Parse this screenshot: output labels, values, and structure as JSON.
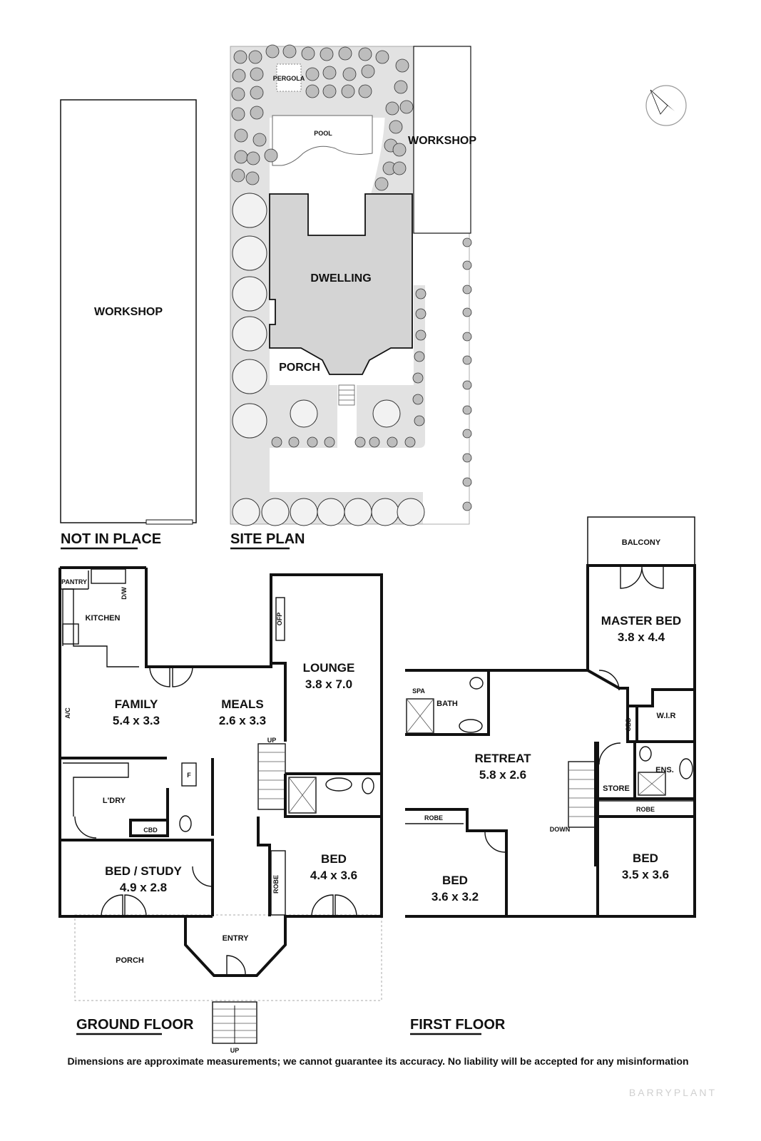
{
  "headings": {
    "not_in_place": "NOT IN PLACE",
    "site_plan": "SITE PLAN",
    "ground_floor": "GROUND FLOOR",
    "first_floor": "FIRST FLOOR"
  },
  "site": {
    "workshop_left": "WORKSHOP",
    "pergola": "PERGOLA",
    "pool": "POOL",
    "workshop_right": "WORKSHOP",
    "dwelling": "DWELLING",
    "porch": "PORCH"
  },
  "ground": {
    "pantry": "PANTRY",
    "dw": "D/W",
    "kitchen": "KITCHEN",
    "ac": "A/C",
    "family_name": "FAMILY",
    "family_dim": "5.4 x 3.3",
    "meals_name": "MEALS",
    "meals_dim": "2.6 x 3.3",
    "ofp": "OFP",
    "lounge_name": "LOUNGE",
    "lounge_dim": "3.8 x 7.0",
    "up": "UP",
    "f": "F",
    "ldry": "L'DRY",
    "cbd": "CBD",
    "bedstudy_name": "BED / STUDY",
    "bedstudy_dim": "4.9 x 2.8",
    "robe": "ROBE",
    "bed_name": "BED",
    "bed_dim": "4.4 x 3.6",
    "entry": "ENTRY",
    "porch": "PORCH",
    "stair_up": "UP"
  },
  "first": {
    "balcony": "BALCONY",
    "master_name": "MASTER BED",
    "master_dim": "3.8 x 4.4",
    "spa": "SPA",
    "bath": "BATH",
    "wir": "W.I.R",
    "cbd": "CBD",
    "ens": "ENS.",
    "store": "STORE",
    "retreat_name": "RETREAT",
    "retreat_dim": "5.8 x 2.6",
    "robe_left": "ROBE",
    "robe_right": "ROBE",
    "down": "DOWN",
    "bed1_name": "BED",
    "bed1_dim": "3.6 x 3.2",
    "bed2_name": "BED",
    "bed2_dim": "3.5 x 3.6"
  },
  "disclaimer": "Dimensions are approximate measurements; we cannot guarantee its accuracy. No liability will be accepted for any misinformation",
  "brand": "BARRYPLANT",
  "icons": {
    "compass": "north-arrow-icon",
    "tree": "tree-icon"
  },
  "colors": {
    "building_fill": "#d4d4d4",
    "garden_fill": "#e4e4e4",
    "line": "#111111"
  }
}
